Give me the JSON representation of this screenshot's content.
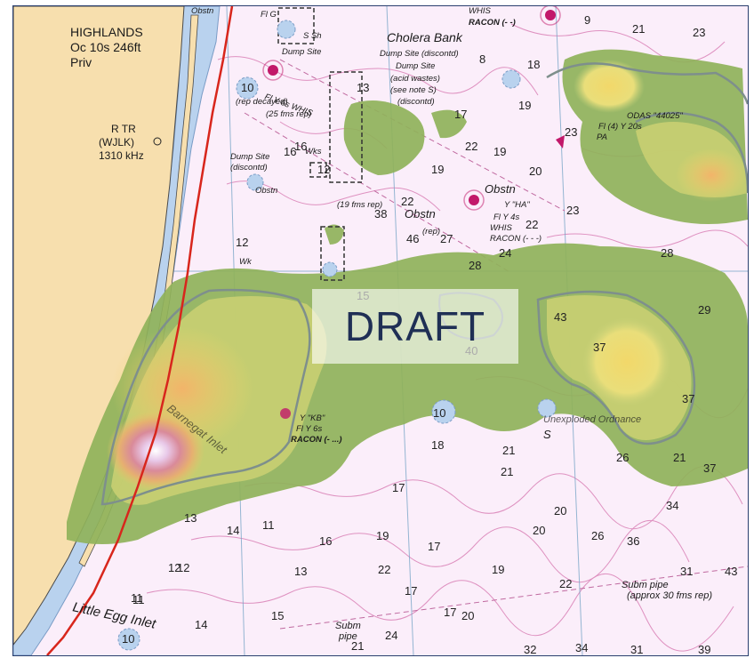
{
  "watermark": "DRAFT",
  "land_labels": {
    "highlands": "HIGHLANDS",
    "light": "Oc 10s 246ft",
    "priv": "Priv",
    "radio_tower": "R TR",
    "station": "(WJLK)",
    "freq": "1310 kHz"
  },
  "place_labels": {
    "cholera_bank": "Cholera Bank",
    "little_egg_inlet": "Little Egg Inlet",
    "barnegat_inlet": "Barnegat Inlet",
    "unexploded": "Unexploded Ordnance",
    "submarine_pipe": "Subm pipe",
    "submarine_pipe_note": "(approx 30 fms rep)",
    "subm_pipe_short": "Subm",
    "pipe_word": "pipe"
  },
  "chart_notes": {
    "racon_top": "RACON (- -)",
    "whis_top": "WHIS",
    "dump_site_disc": "Dump Site (discontd)",
    "dump_site_acid": "Dump Site",
    "acid_wastes": "(acid wastes)",
    "see_note": "(see note S)",
    "discontd": "(discontd)",
    "dump_site_2": "Dump Site",
    "discontd_2": "(discontd)",
    "obstn_1": "Obstn",
    "obstn_2": "Obstn",
    "obstn_3": "Obstn",
    "obstn_4": "Obstn",
    "wks": "Wks",
    "wk": "Wk",
    "rep_1": "(rep)",
    "fms_rep": "(25 fms rep)",
    "fms_rep_2": "(19 fms rep)",
    "pa": "PA",
    "odas": "ODAS \"44025\"",
    "fl_y": "Fl (4) Y 20s",
    "y_ha": "Y \"HA\"",
    "fly4s": "Fl Y 4s",
    "whis_2": "WHIS",
    "racon_2": "RACON (- - -)",
    "kb": "Y \"KB\"",
    "fly6s": "Fl Y 6s",
    "racon_3": "RACON (- ...)",
    "wl_s": "S",
    "sh": "S Sh",
    "dump_site": "Dump Site",
    "rep_decayed": "(rep decayed)",
    "fl_g": "Fl G",
    "whis_g": "Fl Y 6s WHIS"
  },
  "soundings": [
    "9",
    "21",
    "23",
    "8",
    "18",
    "13",
    "17",
    "19",
    "22",
    "19",
    "23",
    "19",
    "20",
    "22",
    "27",
    "24",
    "28",
    "23",
    "29",
    "43",
    "37",
    "26",
    "37",
    "28",
    "21",
    "37",
    "40",
    "20",
    "21",
    "18",
    "17",
    "19",
    "16",
    "17",
    "10",
    "22",
    "20",
    "21",
    "34",
    "36",
    "26",
    "31",
    "43",
    "22",
    "17",
    "19",
    "15",
    "13",
    "14",
    "11",
    "12",
    "16",
    "11",
    "14",
    "24",
    "21",
    "17",
    "20",
    "32",
    "34",
    "31",
    "39",
    "46",
    "38",
    "22",
    "12",
    "13",
    "12",
    "11",
    "15",
    "16",
    "10",
    "12",
    "10"
  ]
}
